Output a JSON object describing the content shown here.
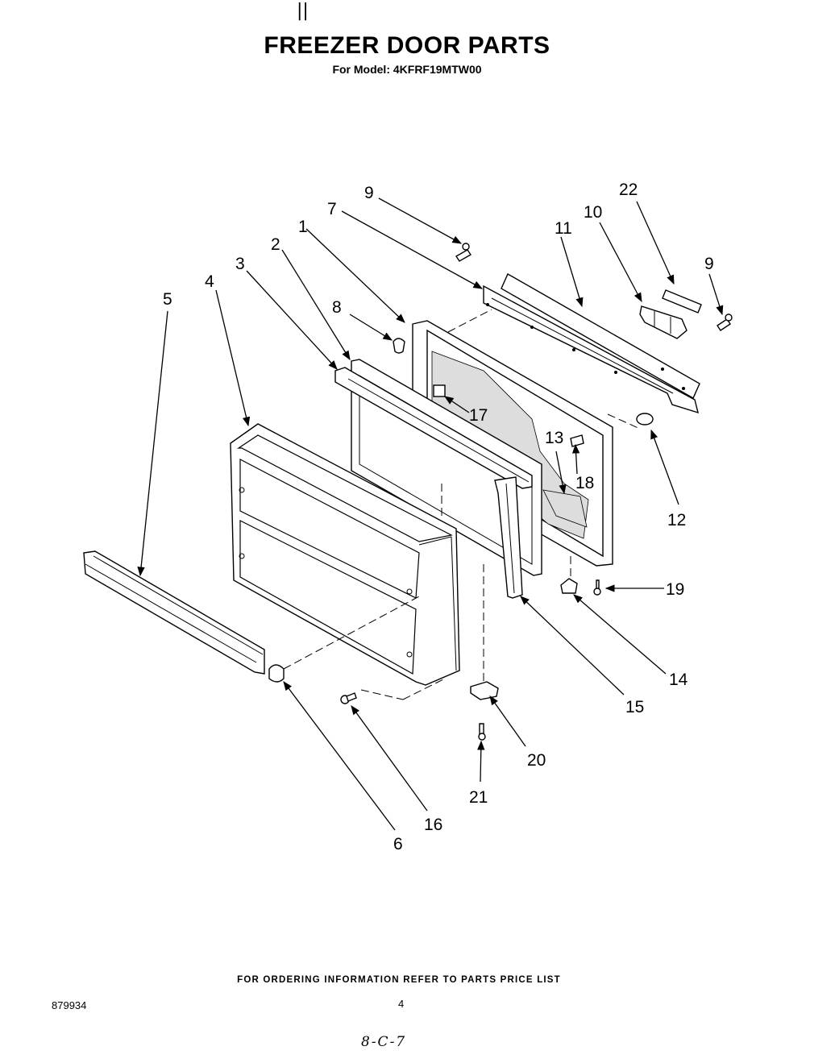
{
  "header": {
    "tick_mark": "||",
    "title": "FREEZER DOOR PARTS",
    "subtitle": "For Model: 4KFRF19MTW00"
  },
  "diagram": {
    "callouts": {
      "c1": "1",
      "c2": "2",
      "c3": "3",
      "c4": "4",
      "c5": "5",
      "c6": "6",
      "c7": "7",
      "c8": "8",
      "c9a": "9",
      "c9b": "9",
      "c10": "10",
      "c11": "11",
      "c12": "12",
      "c13": "13",
      "c14": "14",
      "c15": "15",
      "c16": "16",
      "c17": "17",
      "c18": "18",
      "c19": "19",
      "c20": "20",
      "c21": "21",
      "c22": "22"
    }
  },
  "footer": {
    "note": "FOR ORDERING INFORMATION REFER TO PARTS PRICE LIST",
    "doc_number": "879934",
    "page_number": "4",
    "handwritten": "8-C-7"
  }
}
